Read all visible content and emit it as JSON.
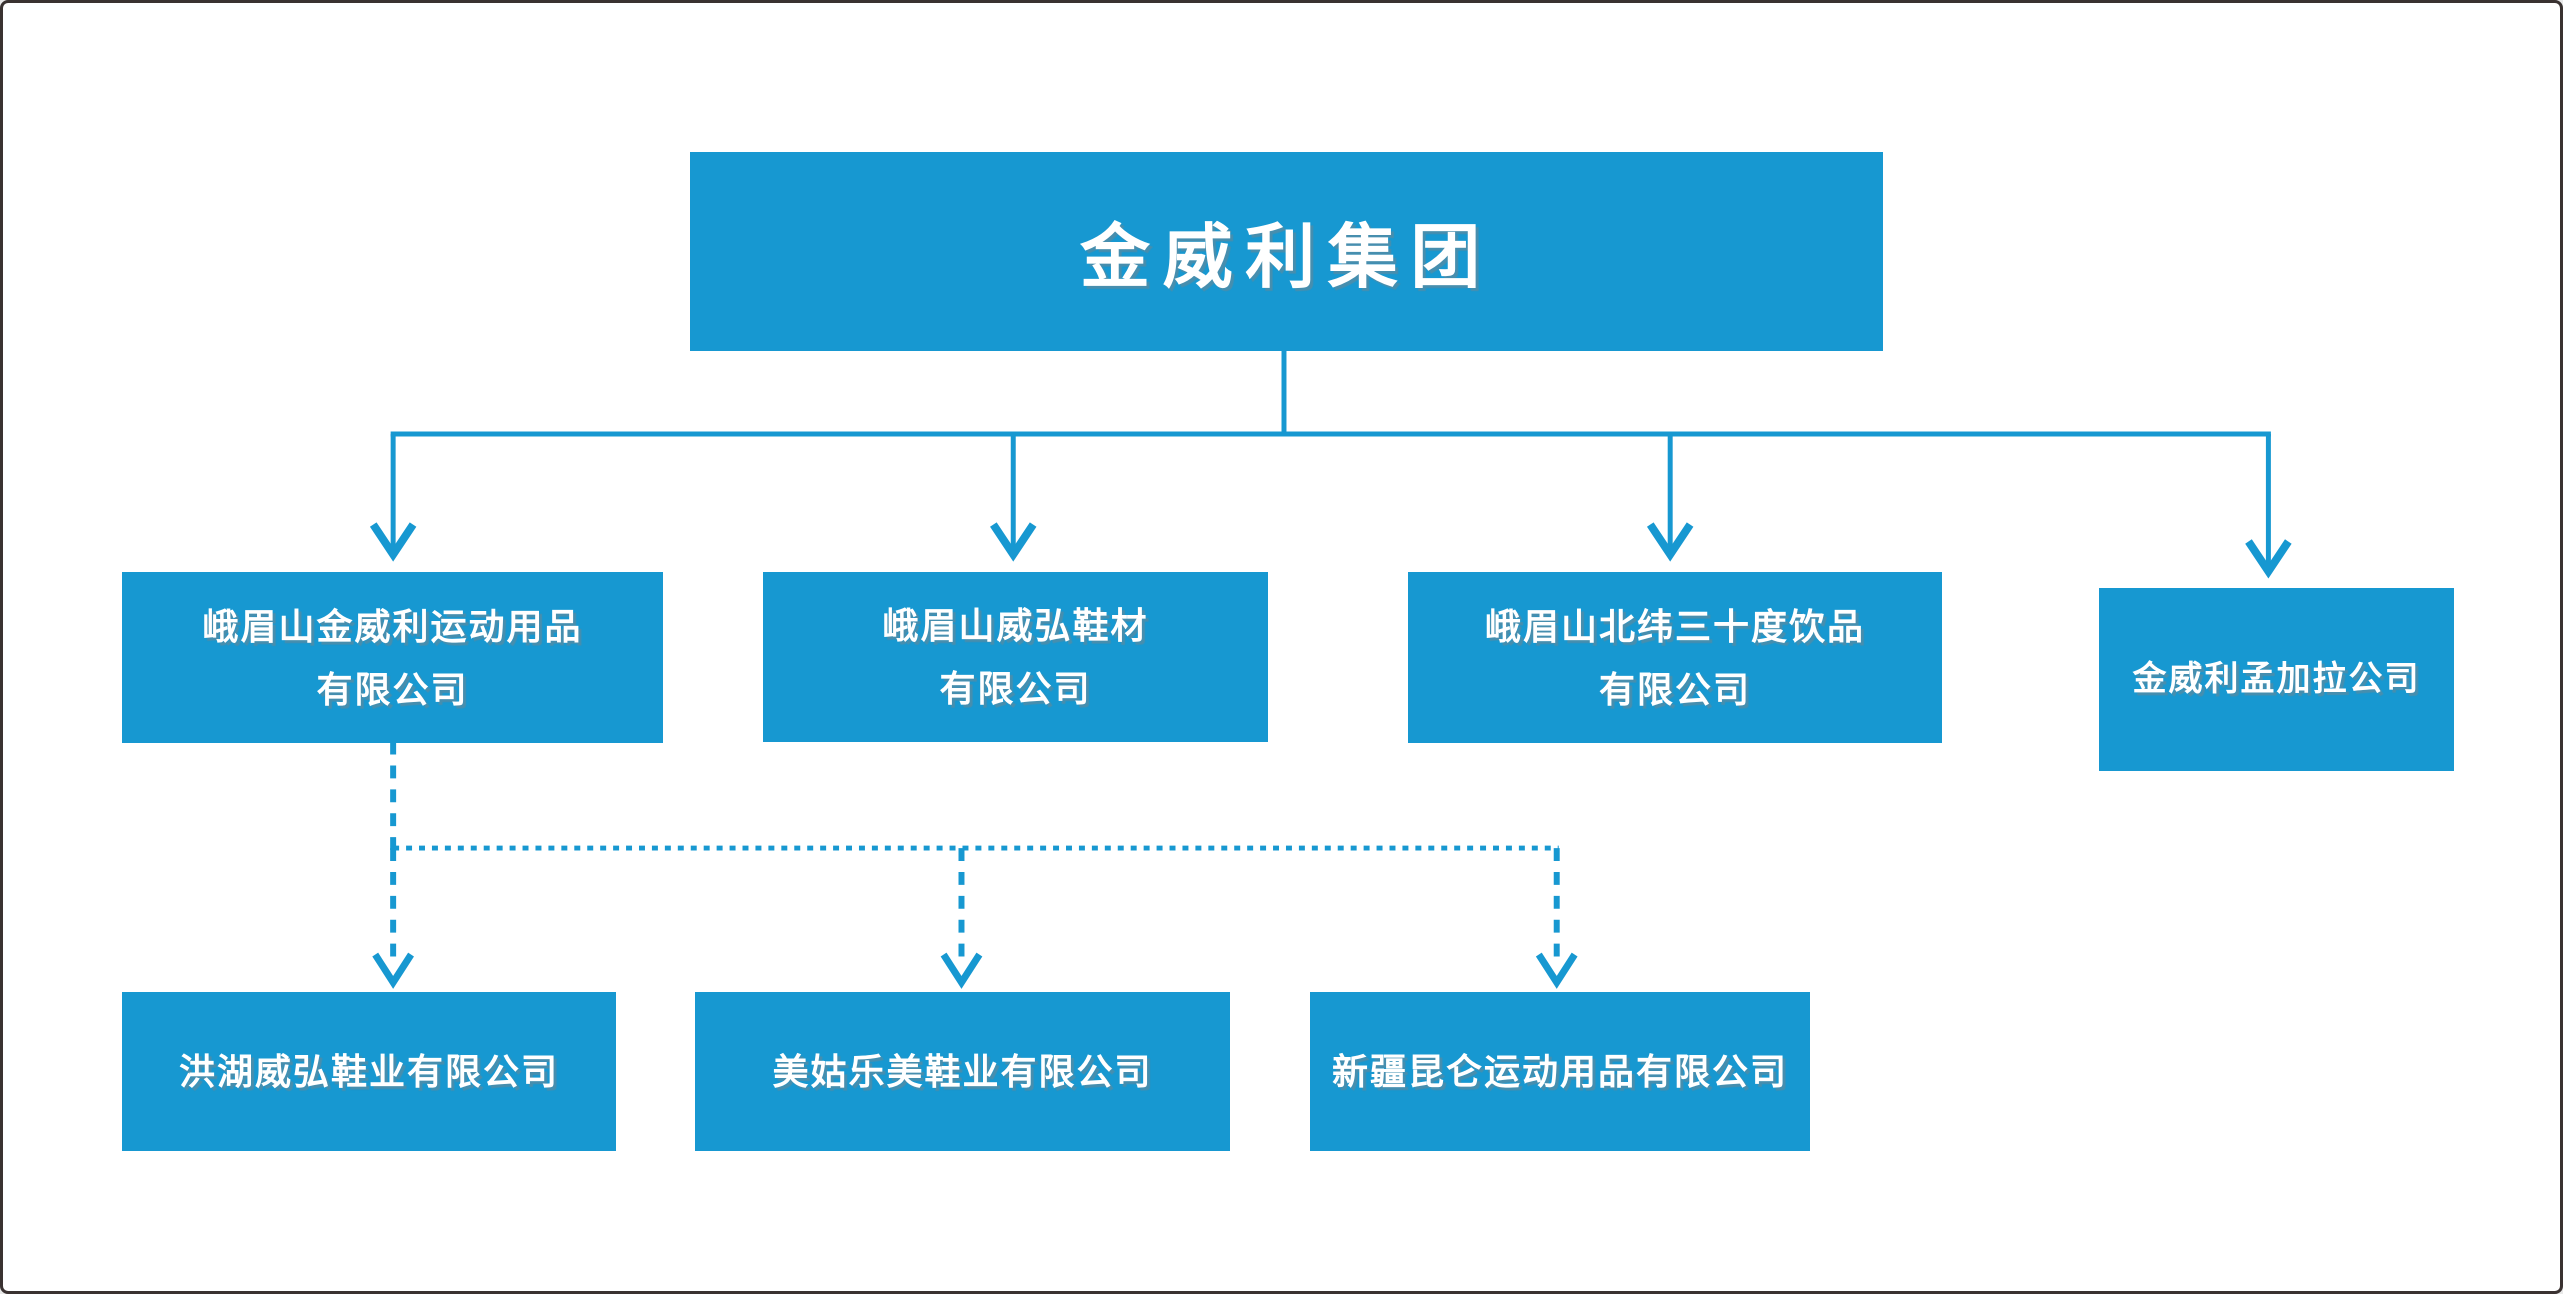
{
  "diagram": {
    "title_node": {
      "label": "金威利集团"
    },
    "level2_nodes": [
      {
        "id": "emeishan-jinweili-sports",
        "lines": [
          "峨眉山金威利运动用品",
          "有限公司"
        ],
        "full_name": "峨眉山金威利运动用品有限公司"
      },
      {
        "id": "emeishan-weihong-shoe-material",
        "lines": [
          "峨眉山威弘鞋材",
          "有限公司"
        ],
        "full_name": "峨眉山威弘鞋材有限公司"
      },
      {
        "id": "emeishan-n30-beverage",
        "lines": [
          "峨眉山北纬三十度饮品",
          "有限公司"
        ],
        "full_name": "峨眉山北纬三十度饮品有限公司"
      },
      {
        "id": "jinweili-bangladesh",
        "lines": [
          "金威利孟加拉公司"
        ],
        "full_name": "金威利孟加拉公司"
      }
    ],
    "level3_nodes": [
      {
        "id": "honghu-weihong-footwear",
        "label": "洪湖威弘鞋业有限公司"
      },
      {
        "id": "meigu-lemei-footwear",
        "label": "美姑乐美鞋业有限公司"
      },
      {
        "id": "xinjiang-kunlun-sports",
        "label": "新疆昆仑运动用品有限公司"
      }
    ],
    "edges": [
      {
        "from": "金威利集团",
        "to": "峨眉山金威利运动用品有限公司",
        "style": "solid-arrow"
      },
      {
        "from": "金威利集团",
        "to": "峨眉山威弘鞋材有限公司",
        "style": "solid-arrow"
      },
      {
        "from": "金威利集团",
        "to": "峨眉山北纬三十度饮品有限公司",
        "style": "solid-arrow"
      },
      {
        "from": "金威利集团",
        "to": "金威利孟加拉公司",
        "style": "solid-arrow"
      },
      {
        "from": "峨眉山金威利运动用品有限公司",
        "to": "洪湖威弘鞋业有限公司",
        "style": "dashed-arrow"
      },
      {
        "from": "峨眉山金威利运动用品有限公司",
        "to": "美姑乐美鞋业有限公司",
        "style": "dashed-arrow"
      },
      {
        "from": "峨眉山金威利运动用品有限公司",
        "to": "新疆昆仑运动用品有限公司",
        "style": "dashed-arrow"
      }
    ],
    "colors": {
      "node_fill": "#1798d1",
      "node_text": "#ffffff",
      "connector": "#1798d1",
      "canvas_border": "#3a3231",
      "background": "#ffffff"
    }
  }
}
